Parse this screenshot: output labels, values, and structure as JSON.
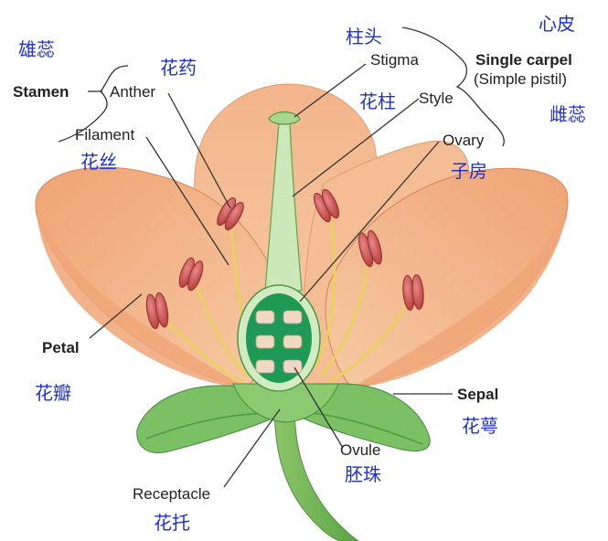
{
  "labels": {
    "stamen_cn": "雄蕊",
    "stamen": "Stamen",
    "anther": "Anther",
    "anther_cn": "花药",
    "filament": "Filament",
    "filament_cn": "花丝",
    "stigma_cn": "柱头",
    "stigma": "Stigma",
    "style_cn": "花柱",
    "style": "Style",
    "ovary": "Ovary",
    "ovary_cn": "子房",
    "single_carpel": "Single carpel",
    "simple_pistil": "(Simple pistil)",
    "carpel_cn": "心皮",
    "pistil_cn": "雌蕊",
    "petal": "Petal",
    "petal_cn": "花瓣",
    "sepal": "Sepal",
    "sepal_cn": "花萼",
    "ovule": "Ovule",
    "ovule_cn": "胚珠",
    "receptacle": "Receptacle",
    "receptacle_cn": "花托"
  },
  "colors": {
    "petal_light": "#f7c9a2",
    "petal_mid": "#f0a978",
    "petal_dark": "#d98358",
    "green_light": "#b7dca0",
    "green": "#6cb45a",
    "green_dark": "#2f9a4f",
    "anther": "#c84a4a",
    "filament": "#e9d35a",
    "ovule": "#efd9c3",
    "leader": "#333333",
    "chinese_text": "#1f2fd0"
  }
}
